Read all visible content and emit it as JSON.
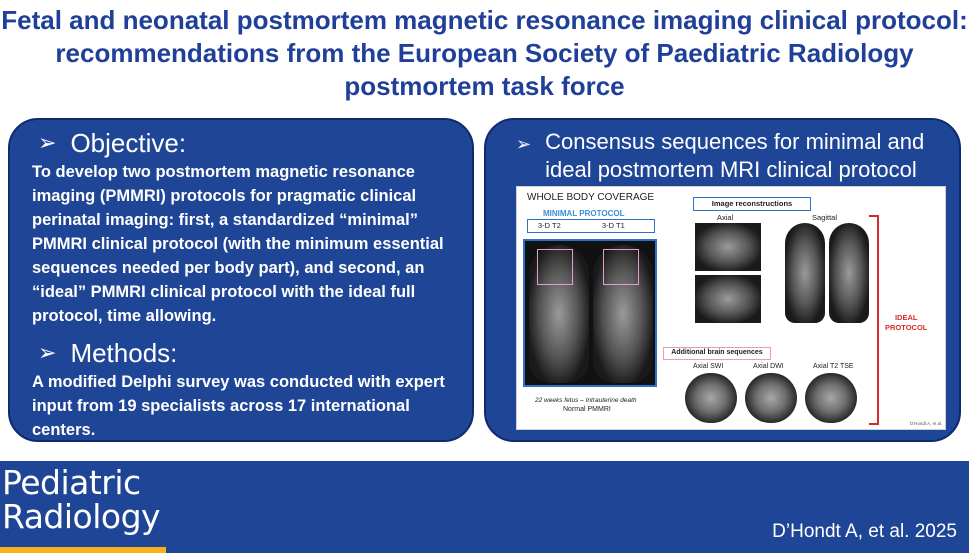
{
  "header": {
    "title_line1": "Fetal and neonatal postmortem magnetic resonance imaging clinical protocol:",
    "title_line2": "recommendations from the European Society of Paediatric Radiology",
    "title_line3": "postmortem task force"
  },
  "left_panel": {
    "objective_heading": "Objective:",
    "objective_text": "To develop two postmortem magnetic resonance imaging (PMMRI) protocols for pragmatic clinical perinatal imaging: first, a standardized “minimal” PMMRI clinical protocol (with the minimum essential sequences needed per body part), and second, an “ideal” PMMRI clinical protocol with the ideal full protocol, time allowing.",
    "methods_heading": "Methods:",
    "methods_text": "A modified Delphi survey was conducted with expert input from 19 specialists across 17 international centers."
  },
  "right_panel": {
    "heading_line1": "Consensus sequences for minimal and",
    "heading_line2": "ideal postmortem MRI clinical protocol",
    "figure": {
      "whole_body": "WHOLE BODY COVERAGE",
      "minimal_protocol": "MINIMAL PROTOCOL",
      "seq_t2": "3-D T2",
      "seq_t1": "3-D T1",
      "caption_line1": "22 weeks fetus – Intrauterine death",
      "caption_line2": "Normal PMMRI",
      "image_reconstructions": "Image reconstructions",
      "axial": "Axial",
      "sagittal": "Sagittal",
      "ideal_protocol_line1": "IDEAL",
      "ideal_protocol_line2": "PROTOCOL",
      "additional_brain": "Additional brain sequences",
      "axial_swi": "Axial SWI",
      "axial_dwi": "Axial DWI",
      "axial_t2_tse": "Axial T2 TSE",
      "credit": "D'Hondt A, et al."
    }
  },
  "footer": {
    "brand_line1": "Pediatric",
    "brand_line2": "Radiology",
    "citation": "D’Hondt A, et al. 2025"
  },
  "colors": {
    "title_blue": "#1f3f99",
    "panel_blue": "#1f4696",
    "accent_yellow": "#f6b21b",
    "ideal_red": "#d42c2c",
    "frame_blue": "#2a72c8",
    "brain_pink": "#e79ad0"
  }
}
